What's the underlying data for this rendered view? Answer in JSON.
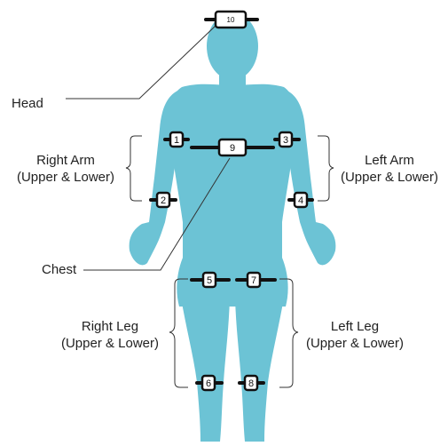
{
  "diagram": {
    "body_color": "#6cc3d5",
    "strap_color": "#111111",
    "sensor_fill": "#ffffff",
    "labels": {
      "head": "Head",
      "right_arm": {
        "line1": "Right Arm",
        "line2": "(Upper & Lower)"
      },
      "left_arm": {
        "line1": "Left Arm",
        "line2": "(Upper & Lower)"
      },
      "chest": "Chest",
      "right_leg": {
        "line1": "Right Leg",
        "line2": "(Upper & Lower)"
      },
      "left_leg": {
        "line1": "Left Leg",
        "line2": "(Upper & Lower)"
      }
    },
    "sensors": [
      {
        "id": "1"
      },
      {
        "id": "2"
      },
      {
        "id": "3"
      },
      {
        "id": "4"
      },
      {
        "id": "5"
      },
      {
        "id": "6"
      },
      {
        "id": "7"
      },
      {
        "id": "8"
      },
      {
        "id": "9"
      },
      {
        "id": "10"
      }
    ]
  }
}
